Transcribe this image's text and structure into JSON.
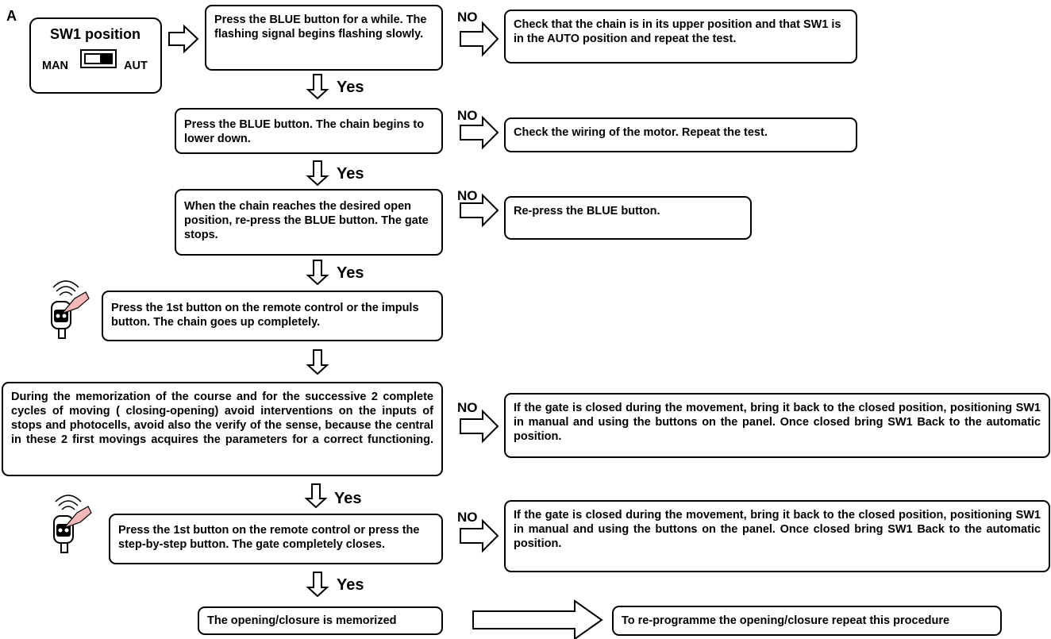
{
  "corner_label": "A",
  "sw1": {
    "title": "SW1 position",
    "left_label": "MAN",
    "right_label": "AUT"
  },
  "steps": [
    {
      "text": "Press the BLUE button for a while. The flashing signal begins flashing slowly."
    },
    {
      "text": "Press the BLUE button. The chain begins to lower down."
    },
    {
      "text": "When the chain reaches the desired open position, re-press the BLUE button. The gate stops."
    },
    {
      "text": "Press the 1st button on the remote control or the impuls button. The chain goes up completely."
    },
    {
      "text": "During the memorization of the course and for the successive 2 complete cycles of moving ( closing-opening) avoid interventions on the inputs of stops and photocells, avoid also the verify of the sense, because the central in these 2 first movings acquires the parameters for a correct functioning."
    },
    {
      "text": "Press the 1st button on the remote control or  press the step-by-step button. The gate completely closes."
    },
    {
      "text": "The opening/closure is memorized"
    }
  ],
  "no_branches": [
    {
      "label": "NO",
      "text": "Check that the chain is in its upper position and that SW1 is in the AUTO position and repeat the test."
    },
    {
      "label": "NO",
      "text": "Check the wiring of the motor. Repeat the test."
    },
    {
      "label": "NO",
      "text": "Re-press the BLUE button."
    },
    {
      "label": "NO",
      "text": "If the gate is closed during the movement, bring it back to the closed position, positioning SW1 in manual  and using the buttons on the panel. Once closed bring SW1 Back to the automatic position."
    },
    {
      "label": "NO",
      "text": "If the gate is closed during the movement, bring it back to the closed position, positioning SW1 in manual and using the buttons on the panel. Once closed bring SW1 Back to the automatic position."
    }
  ],
  "yes_labels": [
    "Yes",
    "Yes",
    "Yes",
    "Yes",
    "Yes"
  ],
  "final_note": "To re-programme the opening/closure repeat this procedure",
  "icons": [
    "remote-control-icon",
    "down-arrow-icon",
    "right-arrow-icon",
    "switch-icon"
  ]
}
